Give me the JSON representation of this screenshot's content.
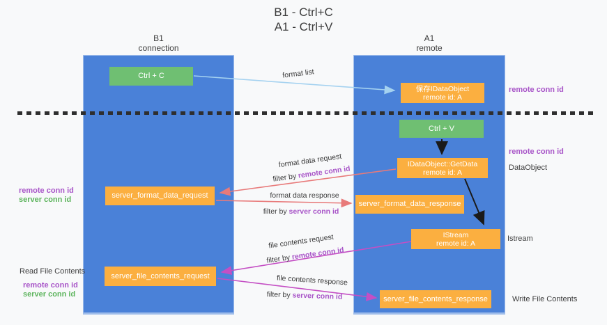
{
  "title": {
    "line1": "B1 - Ctrl+C",
    "line2": "A1 - Ctrl+V"
  },
  "lanes": {
    "left": {
      "name": "B1",
      "subtitle": "connection"
    },
    "right": {
      "name": "A1",
      "subtitle": "remote"
    }
  },
  "nodes": {
    "ctrl_c": {
      "label": "Ctrl + C"
    },
    "save_dataobject": {
      "line1": "保存IDataObject",
      "line2": "remote id: A"
    },
    "ctrl_v": {
      "label": "Ctrl + V"
    },
    "getdata": {
      "line1": "IDataObject::GetData",
      "line2": "remote id: A"
    },
    "format_request": {
      "label": "server_format_data_request"
    },
    "format_response": {
      "label": "server_format_data_response"
    },
    "istream": {
      "line1": "IStream",
      "line2": "remote id: A"
    },
    "file_request": {
      "label": "server_file_contents_request"
    },
    "file_response": {
      "label": "server_file_contents_response"
    }
  },
  "flow_labels": {
    "format_list": "format list",
    "format_request": {
      "title": "format data request",
      "filter_prefix": "filter by ",
      "filter_key": "remote conn id"
    },
    "format_response": {
      "title": "format data response",
      "filter_prefix": "filter by ",
      "filter_key": "server conn id"
    },
    "file_request": {
      "title": "file contents request",
      "filter_prefix": "filter by ",
      "filter_key": "remote conn id"
    },
    "file_response": {
      "title": "file contents response",
      "filter_prefix": "filter by ",
      "filter_key": "server conn id"
    }
  },
  "side_labels": {
    "right_remote_conn_1": "remote conn id",
    "right_remote_conn_2": "remote conn id",
    "right_dataobject": "DataObject",
    "right_istream": "Istream",
    "right_write_file": "Write File Contents",
    "left_remote_conn_1": "remote conn id",
    "left_server_conn_1": "server conn id",
    "left_read_file": "Read File Contents",
    "left_remote_conn_2": "remote conn id",
    "left_server_conn_2": "server conn id"
  },
  "colors": {
    "lane_blue": "#4a81d8",
    "node_green": "#6fbf72",
    "node_orange": "#fbaf40",
    "arrow_blue": "#a5d2f0",
    "arrow_red": "#e87a7a",
    "arrow_magenta": "#c44fc4",
    "arrow_black": "#1a1a1a",
    "label_purple": "#a855c8",
    "label_green": "#5cb45c",
    "text_dark": "#3f3f3f"
  }
}
